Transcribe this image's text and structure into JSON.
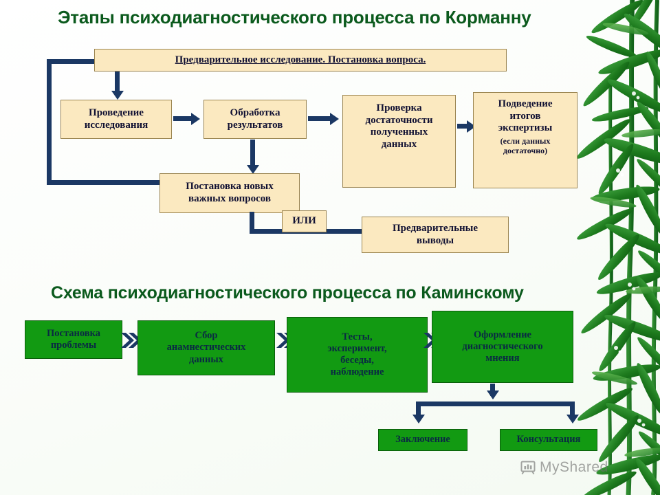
{
  "slide": {
    "background_color": "#ffffff",
    "accent_cream": "#fbe9c0",
    "accent_green": "#129a12",
    "connector_navy": "#1b3864",
    "title_green": "#0b5a1d"
  },
  "diagram1": {
    "title": "Этапы психодиагностического процесса по Корманну",
    "boxes": [
      {
        "id": "preliminary",
        "label": "Предварительное исследование. Постановка вопроса."
      },
      {
        "id": "conduct-study",
        "label": "Проведение\nисследования"
      },
      {
        "id": "process-results",
        "label": "Обработка\nрезультатов"
      },
      {
        "id": "check-sufficiency",
        "label": "Проверка\nдостаточности\nполученных\nданных"
      },
      {
        "id": "summary",
        "label": "Подведение\nитогов\nэкспертизы",
        "sublabel": "(если данных\nдостаточно)"
      },
      {
        "id": "new-questions",
        "label": "Постановка новых\nважных вопросов"
      },
      {
        "id": "or",
        "label": "ИЛИ"
      },
      {
        "id": "preliminary-conclusions",
        "label": "Предварительные\nвыводы"
      }
    ]
  },
  "diagram2": {
    "title": "Схема психодиагностического процесса по Каминскому",
    "boxes": [
      {
        "id": "problem-statement",
        "label": "Постановка\nпроблемы"
      },
      {
        "id": "anamnesis",
        "label": "Сбор\nанамнестических\nданных"
      },
      {
        "id": "tests",
        "label": "Тесты,\nэксперимент,\nбеседы,\nнаблюдение"
      },
      {
        "id": "diagnostic-opinion",
        "label": "Оформление\nдиагностического\nмнения"
      },
      {
        "id": "conclusion",
        "label": "Заключение"
      },
      {
        "id": "consultation",
        "label": "Консультация"
      }
    ]
  },
  "watermark": {
    "text": "MyShared",
    "icon": "presentation-chart-icon"
  }
}
